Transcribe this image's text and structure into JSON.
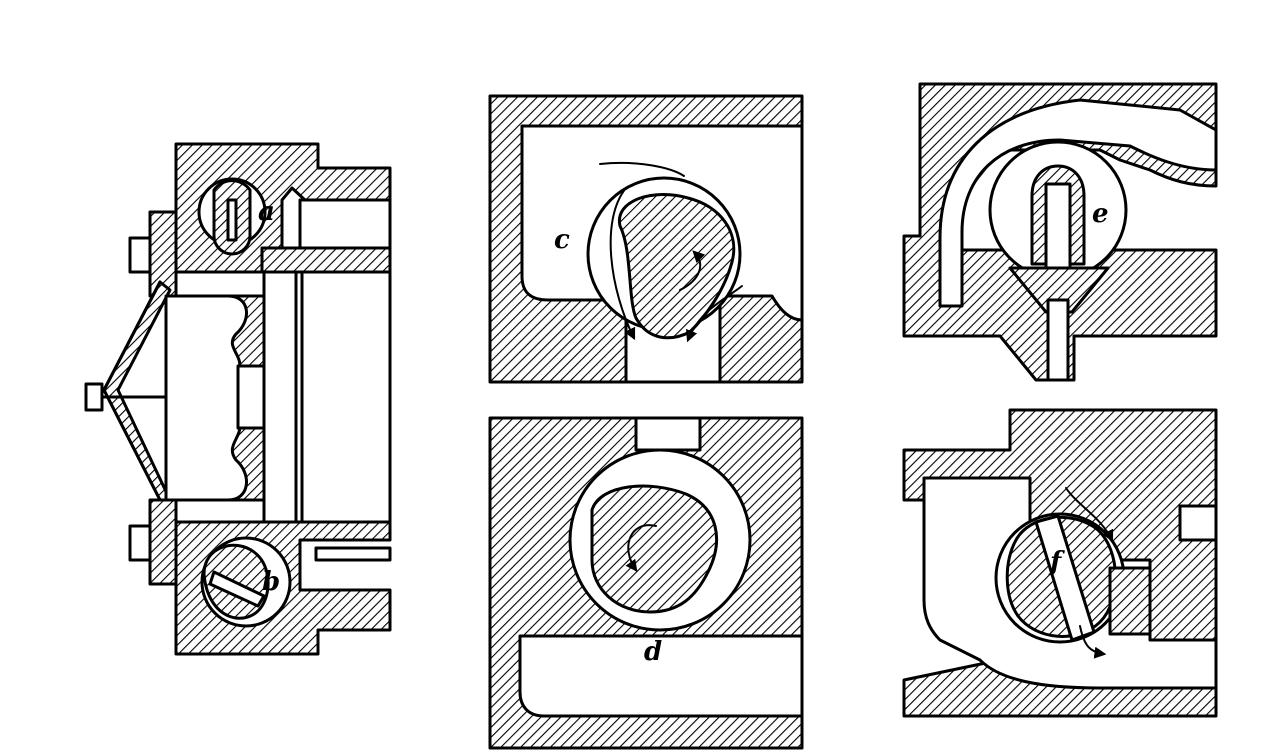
{
  "labels": {
    "a": "a",
    "b": "b",
    "c": "c",
    "d": "d",
    "e": "e",
    "f": "f"
  },
  "colors": {
    "ink": "#000000",
    "paper": "#ffffff"
  }
}
